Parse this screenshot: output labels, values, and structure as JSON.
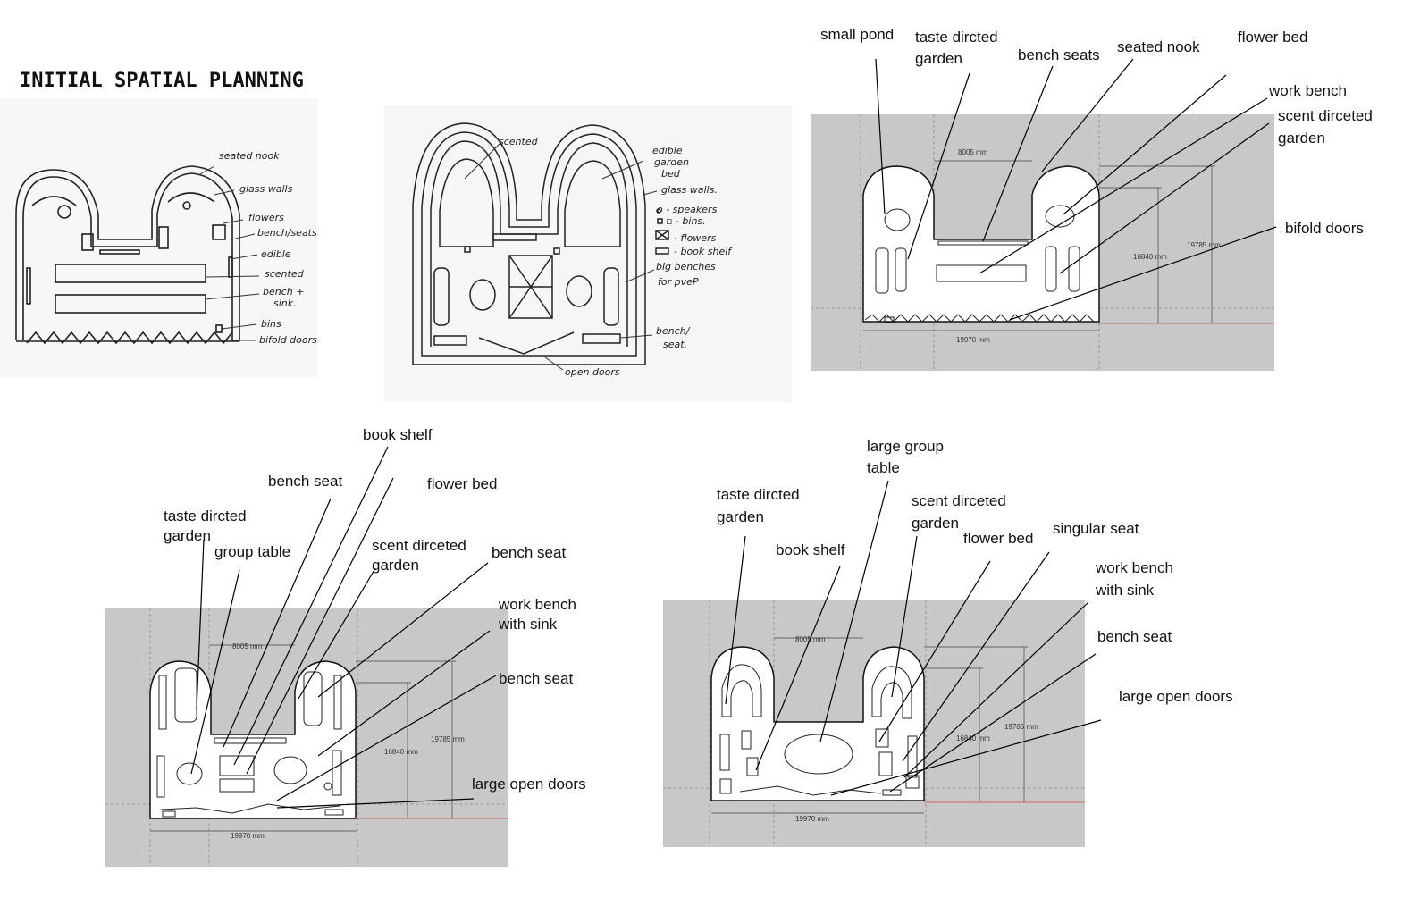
{
  "title": "INITIAL SPATIAL PLANNING",
  "sketch1": {
    "labels": [
      "seated nook",
      "glass walls",
      "flowers",
      "bench/seats",
      "edible",
      "scented",
      "bench +",
      "sink.",
      "bins",
      "bifold doors"
    ]
  },
  "sketch2": {
    "labels": [
      "scented",
      "edible",
      "garden",
      "bed",
      "glass walls.",
      "o - speakers",
      "▫ - bins.",
      "- flowers",
      "- book shelf",
      "big benches",
      "for pveP",
      "bench/",
      "seat.",
      "open doors"
    ]
  },
  "plan1": {
    "dims": [
      "8005 mm",
      "19785 mm",
      "16840 mm",
      "19970 mm"
    ],
    "labels": [
      "small pond",
      "taste dircted",
      "garden",
      "bench seats",
      "seated nook",
      "flower bed",
      "work bench",
      "scent dirceted",
      "garden",
      "bifold doors"
    ]
  },
  "plan2": {
    "dims": [
      "8005 mm",
      "19785 mm",
      "16840 mm",
      "19970 mm"
    ],
    "labels": [
      "book shelf",
      "bench seat",
      "flower bed",
      "taste dircted",
      "garden",
      "group table",
      "scent dirceted",
      "garden",
      "bench seat",
      "work bench",
      "with sink",
      "bench seat",
      "large open doors"
    ]
  },
  "plan3": {
    "dims": [
      "8005 mm",
      "19785 mm",
      "16840 mm",
      "19970 mm"
    ],
    "labels": [
      "large group",
      "table",
      "taste dircted",
      "garden",
      "scent dirceted",
      "garden",
      "book shelf",
      "flower bed",
      "singular seat",
      "work bench",
      "with sink",
      "bench seat",
      "large open doors"
    ]
  }
}
